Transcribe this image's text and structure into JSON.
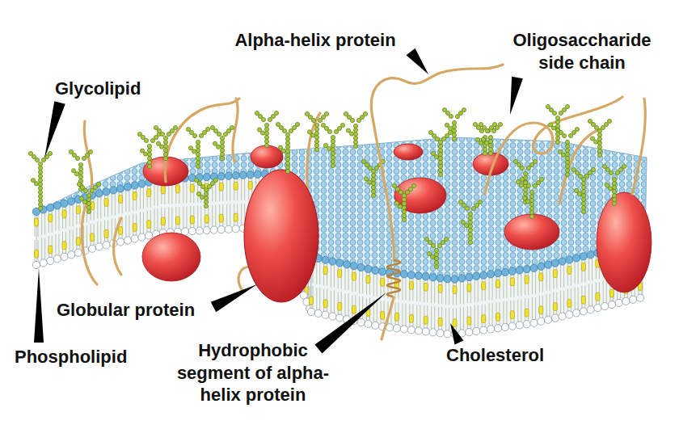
{
  "diagram": {
    "labels": [
      "Alpha-helix protein",
      "Oligosaccharide side chain",
      "Glycolipid",
      "Globular protein",
      "Phospholipid",
      "Hydrophobic segment of alpha-helix protein",
      "Cholesterol"
    ]
  }
}
